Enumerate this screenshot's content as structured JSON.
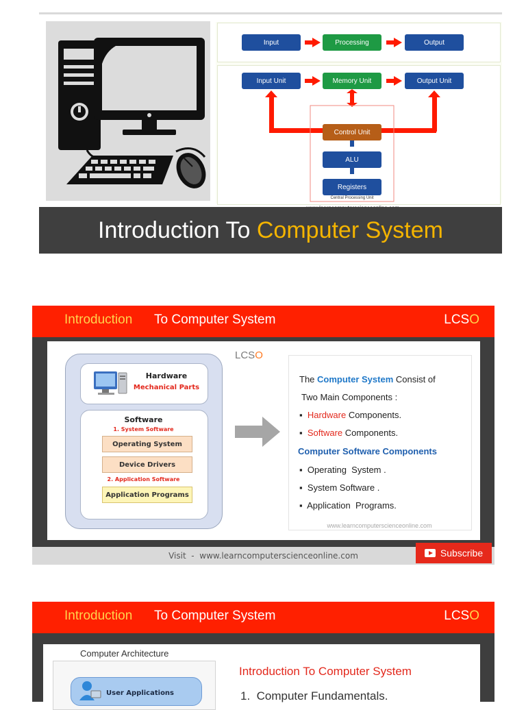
{
  "slide1": {
    "diagram_top": {
      "input": "Input",
      "processing": "Processing",
      "output": "Output"
    },
    "diagram_bottom": {
      "input_unit": "Input Unit",
      "memory_unit": "Memory Unit",
      "output_unit": "Output Unit",
      "control_unit": "Control Unit",
      "alu": "ALU",
      "registers": "Registers",
      "cpu_label": "Central Processing Unit",
      "website": "www.learncomputerscienceonline.com"
    },
    "title_part1": "Introduction To ",
    "title_part2": "Computer System"
  },
  "slide2": {
    "header": {
      "title_part1": "Introduction",
      "title_part2": "To Computer System",
      "logo_main": "LCS",
      "logo_o": "O"
    },
    "watermark": {
      "main": "LCS",
      "o": "O"
    },
    "left": {
      "hardware_title": "Hardware",
      "hardware_sub": "Mechanical Parts",
      "software_title": "Software",
      "system_software_label": "1. System Software",
      "operating_system": "Operating System",
      "device_drivers": "Device Drivers",
      "application_software_label": "2. Application Software",
      "application_programs": "Application Programs"
    },
    "right": {
      "line1_pre": "The ",
      "line1_hl": "Computer System",
      "line1_post": " Consist of",
      "line2": "Two Main Components :",
      "b1_hl": "Hardware",
      "b1_post": " Components.",
      "b2_hl": "Software",
      "b2_post": " Components.",
      "heading2": "Computer Software Components",
      "item1": "Operating  System .",
      "item2": "System Software .",
      "item3": "Application  Programs.",
      "website": "www.learncomputerscienceonline.com"
    },
    "footer": {
      "visit": "Visit  -  www.learncomputerscienceonline.com",
      "subscribe": "Subscribe"
    }
  },
  "slide3": {
    "header": {
      "title_part1": "Introduction",
      "title_part2": "To Computer System",
      "logo_main": "LCS",
      "logo_o": "O"
    },
    "arch_title": "Computer Architecture",
    "user_apps": "User Applications",
    "right_title": "Introduction To Computer System",
    "item1": "1.  Computer Fundamentals."
  },
  "colors": {
    "red": "#ff2000",
    "yellow": "#ffd34d",
    "blue": "#1f4f9e",
    "green": "#1e9a44",
    "brown": "#b65e18"
  }
}
